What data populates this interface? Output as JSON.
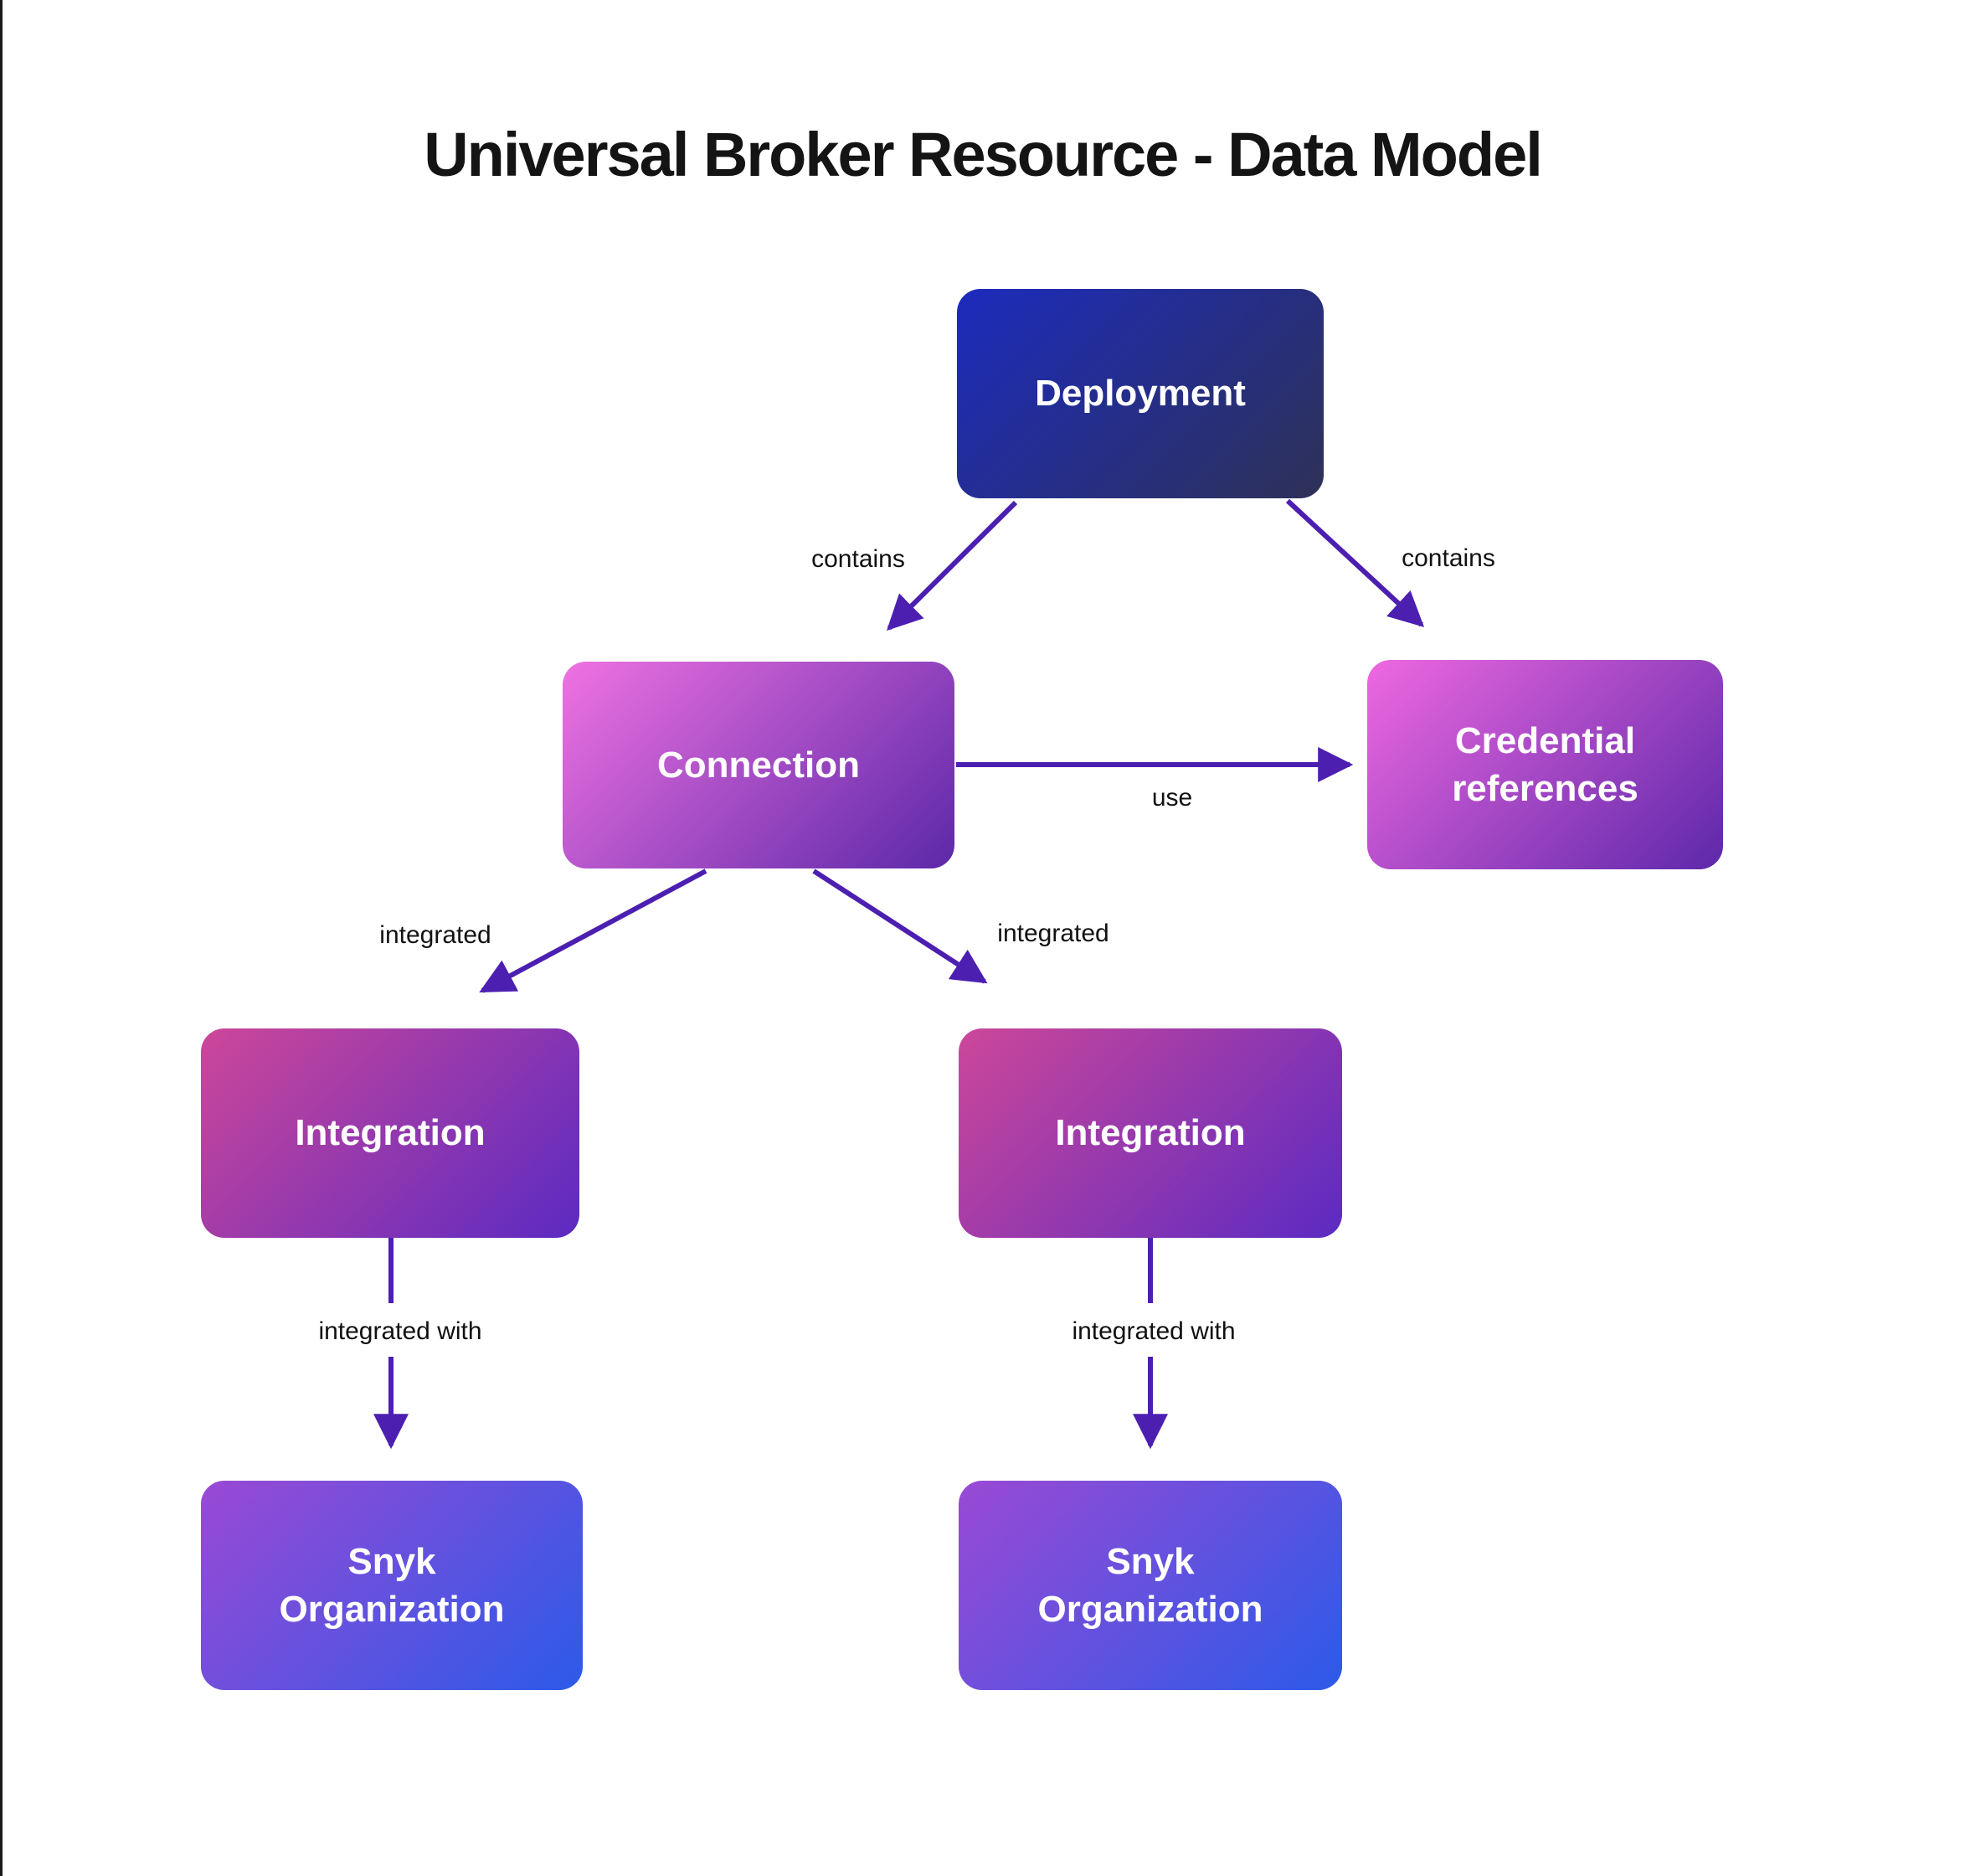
{
  "title": "Universal Broker Resource - Data Model",
  "diagram": {
    "arrow_color": "#4c1fb1",
    "nodes": {
      "deployment": {
        "label": "Deployment",
        "gradient_start": "#1c2bbd",
        "gradient_end": "#2e3156"
      },
      "connection": {
        "label": "Connection",
        "gradient_start": "#ef72e2",
        "gradient_end": "#5c28a8"
      },
      "credential_references": {
        "label": "Credential references",
        "gradient_start": "#ee68e0",
        "gradient_end": "#5d28aa"
      },
      "integration_left": {
        "label": "Integration",
        "gradient_start": "#cd4799",
        "gradient_end": "#5b2ac2"
      },
      "integration_right": {
        "label": "Integration",
        "gradient_start": "#cd4799",
        "gradient_end": "#5b2ac2"
      },
      "snyk_organization_left": {
        "label": "Snyk Organization",
        "gradient_start": "#9a49d4",
        "gradient_end": "#2c5ae9"
      },
      "snyk_organization_right": {
        "label": "Snyk Organization",
        "gradient_start": "#9a49d4",
        "gradient_end": "#2c5ae9"
      }
    },
    "edges": {
      "contains_left": {
        "label": "contains",
        "from": "deployment",
        "to": "connection"
      },
      "contains_right": {
        "label": "contains",
        "from": "deployment",
        "to": "credential_references"
      },
      "use": {
        "label": "use",
        "from": "connection",
        "to": "credential_references"
      },
      "integrated_left": {
        "label": "integrated",
        "from": "connection",
        "to": "integration_left"
      },
      "integrated_right": {
        "label": "integrated",
        "from": "connection",
        "to": "integration_right"
      },
      "integrated_with_left": {
        "label": "integrated with",
        "from": "integration_left",
        "to": "snyk_organization_left"
      },
      "integrated_with_right": {
        "label": "integrated with",
        "from": "integration_right",
        "to": "snyk_organization_right"
      }
    }
  }
}
